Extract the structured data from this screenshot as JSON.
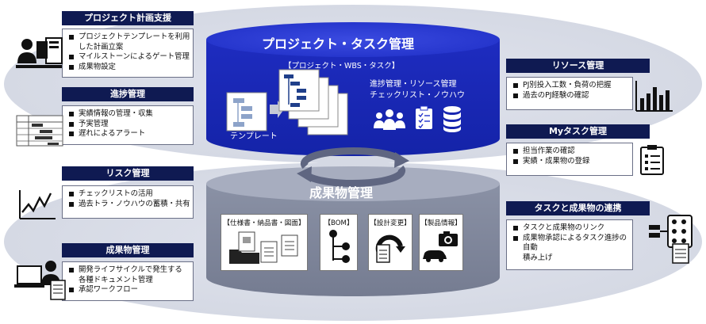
{
  "top_cylinder": {
    "title": "プロジェクト・タスク管理",
    "subtitle": "【プロジェクト・WBS・タスク】",
    "template_label": "テンプレート",
    "features_line1": "進捗管理・リソース管理",
    "features_line2": "チェックリスト・ノウハウ"
  },
  "bottom_cylinder": {
    "title": "成果物管理",
    "cards": [
      {
        "label": "【仕様書・納品書・図面】"
      },
      {
        "label": "【BOM】"
      },
      {
        "label": "【設計変更】"
      },
      {
        "label": "【製品情報】"
      }
    ]
  },
  "left_features": [
    {
      "title": "プロジェクト計画支援",
      "items": [
        "プロジェクトテンプレートを利用",
        "マイルストーンによるゲート管理",
        "成果物設定"
      ],
      "item1_cont": "した計画立案"
    },
    {
      "title": "進捗管理",
      "items": [
        "実績情報の管理・収集",
        "予実管理",
        "遅れによるアラート"
      ]
    },
    {
      "title": "リスク管理",
      "items": [
        "チェックリストの活用",
        "過去トラ・ノウハウの蓄積・共有"
      ]
    },
    {
      "title": "成果物管理",
      "items": [
        "開発ライフサイクルで発生する",
        "承認ワークフロー"
      ],
      "item1_cont": "各種ドキュメント管理"
    }
  ],
  "right_features": [
    {
      "title": "リソース管理",
      "items": [
        "PJ別投入工数・負荷の把握",
        "過去のPJ経験の確認"
      ]
    },
    {
      "title": "Myタスク管理",
      "items": [
        "担当作業の確認",
        "実績・成果物の登録"
      ]
    },
    {
      "title": "タスクと成果物の連携",
      "items": [
        "タスクと成果物のリンク",
        "成果物承認によるタスク進捗の"
      ],
      "item2_cont1": "自動",
      "item2_cont2": "積み上げ"
    }
  ],
  "colors": {
    "navy": "#0f1a52",
    "blue": "#1f2fc8",
    "gray_cyl": "#8e95a8",
    "bg": "#d5d9e4"
  }
}
